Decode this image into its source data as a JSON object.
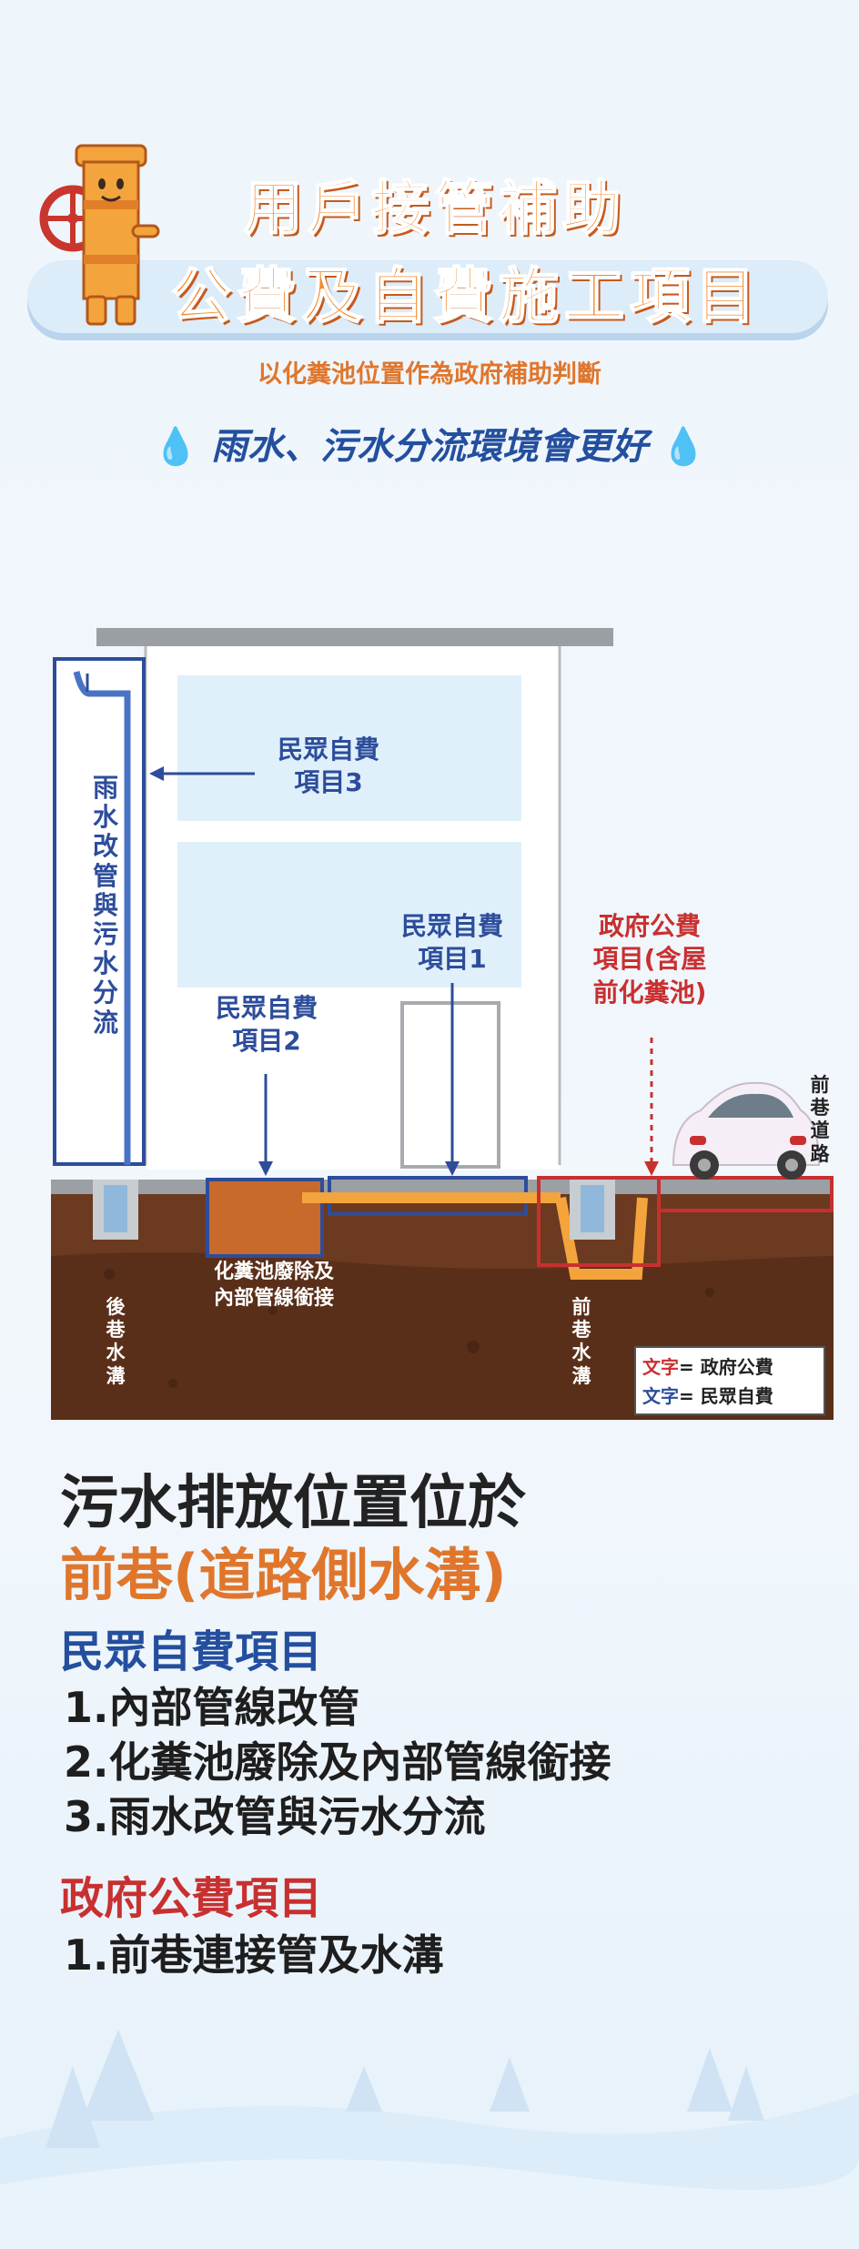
{
  "header": {
    "title_line1": "用戶接管補助",
    "title_line2": "公費及自費施工項目",
    "subtitle": "以化糞池位置作為政府補助判斷",
    "slogan": "雨水、污水分流環境會更好"
  },
  "diagram": {
    "label_self_item3_line1": "民眾自費",
    "label_self_item3_line2": "項目3",
    "label_self_item1_line1": "民眾自費",
    "label_self_item1_line2": "項目1",
    "label_self_item2_line1": "民眾自費",
    "label_self_item2_line2": "項目2",
    "label_gov_line1": "政府公費",
    "label_gov_line2": "項目(含屋",
    "label_gov_line3": "前化糞池)",
    "label_rain_pipe": "雨水改管與污水分流",
    "label_septic_line1": "化糞池廢除及",
    "label_septic_line2": "內部管線銜接",
    "label_back_ditch": "後巷水溝",
    "label_front_ditch": "前巷水溝",
    "label_front_road": "前巷道路",
    "legend": {
      "gov_key": "文字",
      "gov_value": "= 政府公費",
      "self_key": "文字",
      "self_value": "= 民眾自費"
    }
  },
  "content": {
    "heading_line1": "污水排放位置位於",
    "heading_line2": "前巷(道路側水溝)",
    "self_heading": "民眾自費項目",
    "self_items": [
      "1.內部管線改管",
      "2.化糞池廢除及內部管線銜接",
      "3.雨水改管與污水分流"
    ],
    "gov_heading": "政府公費項目",
    "gov_items": [
      "1.前巷連接管及水溝"
    ]
  },
  "colors": {
    "self_blue": "#2d4d9b",
    "gov_red": "#c83030",
    "accent_orange": "#f08a2e"
  }
}
